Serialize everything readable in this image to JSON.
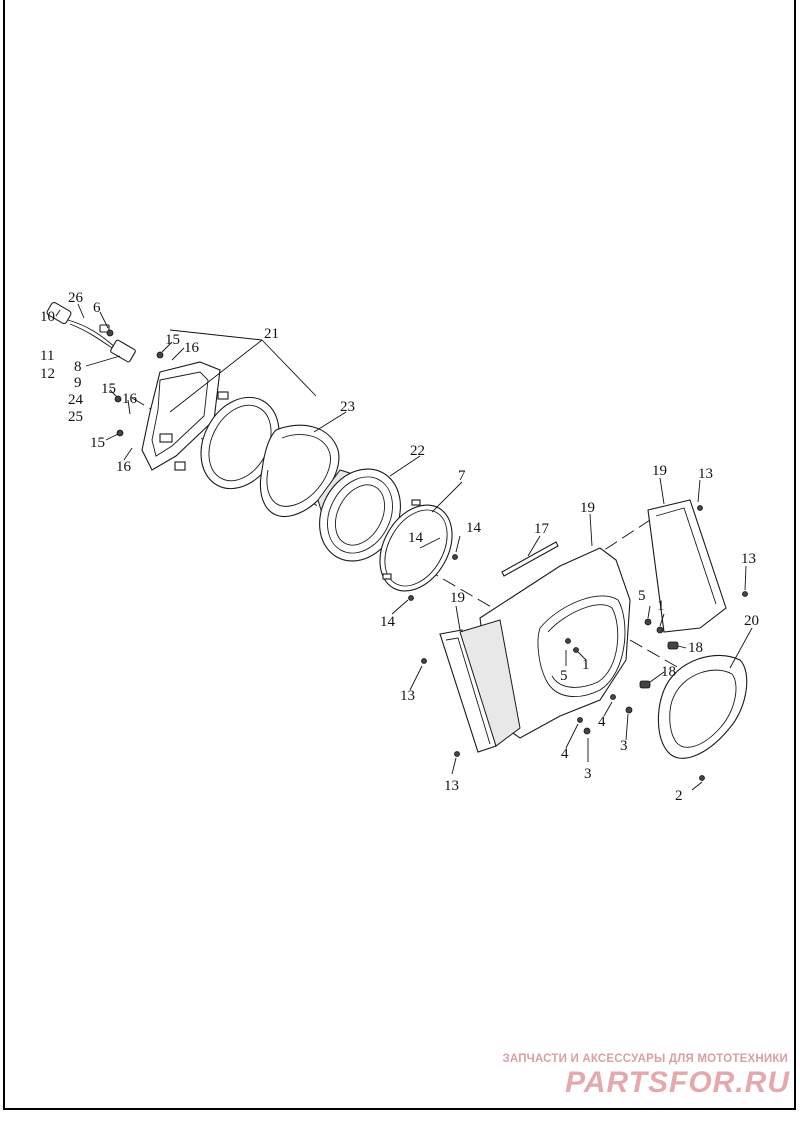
{
  "callouts": {
    "c1a": "1",
    "c1b": "1",
    "c2": "2",
    "c3a": "3",
    "c3b": "3",
    "c4a": "4",
    "c4b": "4",
    "c5a": "5",
    "c5b": "5",
    "c6": "6",
    "c7": "7",
    "c8": "8",
    "c9": "9",
    "c10": "10",
    "c11": "11",
    "c12": "12",
    "c13a": "13",
    "c13b": "13",
    "c13c": "13",
    "c13d": "13",
    "c14a": "14",
    "c14b": "14",
    "c14c": "14",
    "c15a": "15",
    "c15b": "15",
    "c15c": "15",
    "c16a": "16",
    "c16b": "16",
    "c16c": "16",
    "c17": "17",
    "c18a": "18",
    "c18b": "18",
    "c19a": "19",
    "c19b": "19",
    "c19c": "19",
    "c20": "20",
    "c21": "21",
    "c22": "22",
    "c23": "23",
    "c24": "24",
    "c25": "25",
    "c26": "26"
  },
  "watermark": {
    "tagline": "ЗАПЧАСТИ И АКСЕССУАРЫ ДЛЯ МОТОТЕХНИКИ",
    "logo": "PARTSFOR.RU"
  }
}
